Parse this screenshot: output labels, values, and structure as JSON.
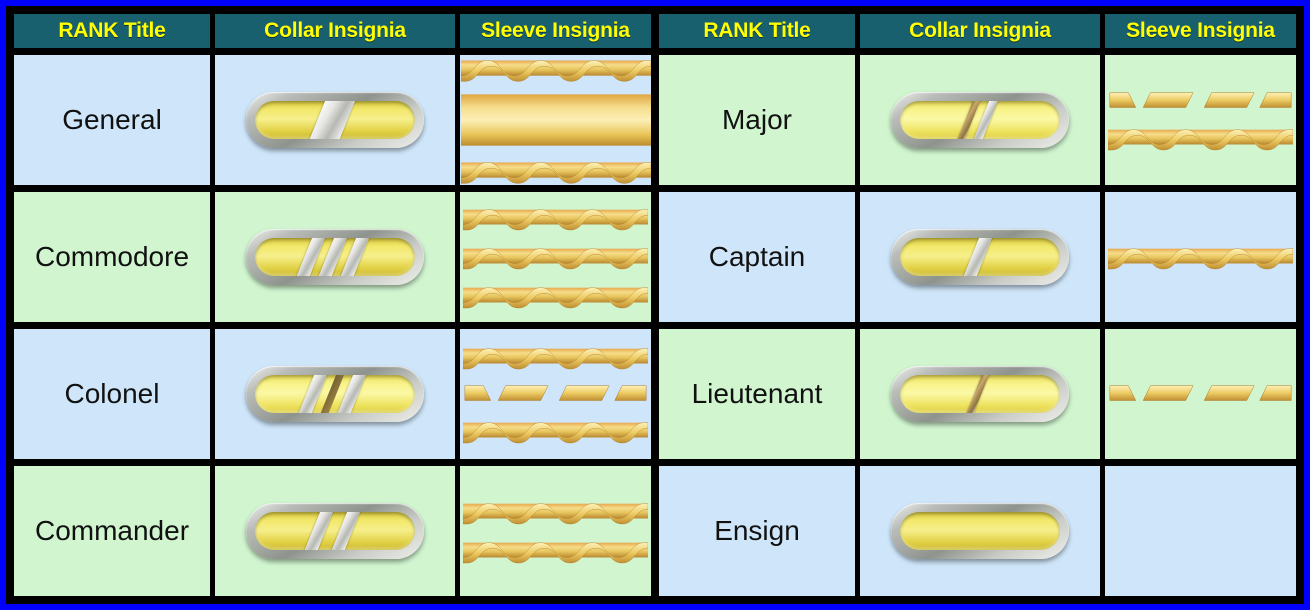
{
  "table": {
    "headers": [
      "RANK Title",
      "Collar Insignia",
      "Sleeve Insignia"
    ],
    "colors": {
      "frame": "#0000ff",
      "board": "#000000",
      "header_bg": "#19606e",
      "header_text": "#ffff00",
      "cell_blue": "#cfe6fa",
      "cell_green": "#d0f5cf",
      "gold": "#e8d24a",
      "silver": "#e6e6e4"
    },
    "left_column": [
      {
        "rank": "General",
        "row_color": "blue",
        "collar": {
          "name": "collar-pin-general",
          "stripes": "one-wide-silver-bar"
        },
        "sleeve": {
          "name": "sleeve-braid-general",
          "pattern": "wavy-broad-wavy"
        }
      },
      {
        "rank": "Commodore",
        "row_color": "green",
        "collar": {
          "name": "collar-pin-commodore",
          "stripes": "three-narrow-silver-bars"
        },
        "sleeve": {
          "name": "sleeve-braid-commodore",
          "pattern": "three-wavy-bands"
        }
      },
      {
        "rank": "Colonel",
        "row_color": "blue",
        "collar": {
          "name": "collar-pin-colonel",
          "stripes": "two-narrow-silver-bars-dark-divider"
        },
        "sleeve": {
          "name": "sleeve-braid-colonel",
          "pattern": "wavy-broken-wavy"
        }
      },
      {
        "rank": "Commander",
        "row_color": "green",
        "collar": {
          "name": "collar-pin-commander",
          "stripes": "two-narrow-silver-bars"
        },
        "sleeve": {
          "name": "sleeve-braid-commander",
          "pattern": "two-wavy-bands"
        }
      }
    ],
    "right_column": [
      {
        "rank": "Major",
        "row_color": "green",
        "collar": {
          "name": "collar-pin-major",
          "stripes": "two-thin-silver-bars"
        },
        "sleeve": {
          "name": "sleeve-braid-major",
          "pattern": "broken-wavy"
        }
      },
      {
        "rank": "Captain",
        "row_color": "blue",
        "collar": {
          "name": "collar-pin-captain",
          "stripes": "one-narrow-silver-bar"
        },
        "sleeve": {
          "name": "sleeve-braid-captain",
          "pattern": "one-wavy-band"
        }
      },
      {
        "rank": "Lieutenant",
        "row_color": "green",
        "collar": {
          "name": "collar-pin-lieutenant",
          "stripes": "one-thin-dark-bar"
        },
        "sleeve": {
          "name": "sleeve-braid-lieutenant",
          "pattern": "broken-band"
        }
      },
      {
        "rank": "Ensign",
        "row_color": "blue",
        "collar": {
          "name": "collar-pin-ensign",
          "stripes": "plain-no-bars"
        },
        "sleeve": {
          "name": "sleeve-braid-ensign",
          "pattern": "none"
        }
      }
    ]
  }
}
